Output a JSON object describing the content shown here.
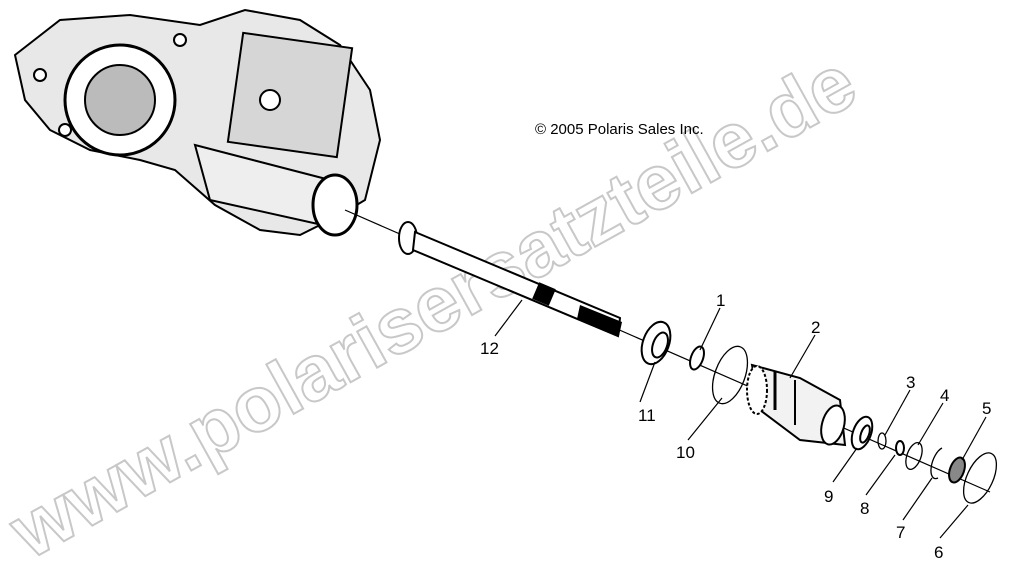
{
  "watermark": "www.polarisersatzteile.de",
  "copyright": "© 2005 Polaris Sales Inc.",
  "callouts": [
    {
      "id": "1",
      "label": "1"
    },
    {
      "id": "2",
      "label": "2"
    },
    {
      "id": "3",
      "label": "3"
    },
    {
      "id": "4",
      "label": "4"
    },
    {
      "id": "5",
      "label": "5"
    },
    {
      "id": "6",
      "label": "6"
    },
    {
      "id": "7",
      "label": "7"
    },
    {
      "id": "8",
      "label": "8"
    },
    {
      "id": "9",
      "label": "9"
    },
    {
      "id": "10",
      "label": "10"
    },
    {
      "id": "11",
      "label": "11"
    },
    {
      "id": "12",
      "label": "12"
    }
  ]
}
